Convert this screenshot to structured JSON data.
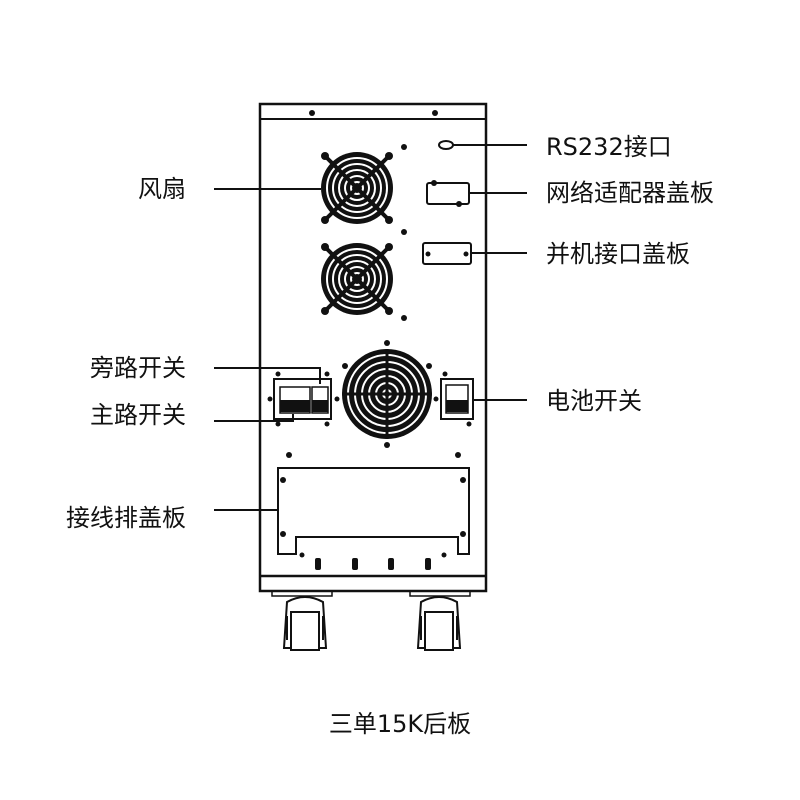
{
  "diagram": {
    "title": "三单15K后板",
    "subject": "UPS rear panel line drawing",
    "stroke_color": "#111111",
    "background_color": "#ffffff",
    "labels_left": [
      {
        "id": "fan",
        "text": "风扇"
      },
      {
        "id": "bypass-switch",
        "text": "旁路开关"
      },
      {
        "id": "main-switch",
        "text": "主路开关"
      },
      {
        "id": "terminal-cover",
        "text": "接线排盖板"
      }
    ],
    "labels_right": [
      {
        "id": "rs232-port",
        "text": "RS232接口"
      },
      {
        "id": "network-adapter-cover",
        "text": "网络适配器盖板"
      },
      {
        "id": "parallel-port-cover",
        "text": "并机接口盖板"
      },
      {
        "id": "battery-switch",
        "text": "电池开关"
      }
    ]
  }
}
